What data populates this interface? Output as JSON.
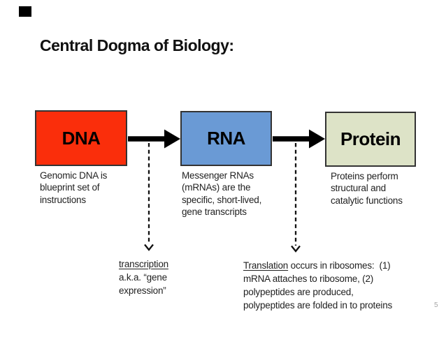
{
  "slide": {
    "title": "Central Dogma of Biology:",
    "page_number": "5"
  },
  "nodes": [
    {
      "label": "DNA",
      "desc": [
        "Genomic DNA is",
        "blueprint set of",
        "instructions"
      ]
    },
    {
      "label": "RNA",
      "desc": [
        "Messenger RNAs",
        "(mRNAs) are the",
        "specific, short-lived,",
        "gene transcripts"
      ]
    },
    {
      "label": "Protein",
      "desc": [
        "Proteins perform",
        "structural and",
        "catalytic functions"
      ]
    }
  ],
  "processes": {
    "transcription": {
      "keyword": "transcription",
      "after": "",
      "lines": [
        "a.k.a. “gene",
        "expression”"
      ]
    },
    "translation": {
      "keyword": "Translation",
      "after": " occurs in ribosomes:  (1)",
      "lines": [
        "mRNA attaches to ribosome, (2)",
        "polypeptides are produced,",
        "polypeptides are folded in to proteins"
      ]
    }
  },
  "colors": {
    "dna_fill": "#fa2e0b",
    "rna_fill": "#6a9ad5",
    "protein_fill": "#dde3c7",
    "box_border": "#333333",
    "arrow": "#000000",
    "text": "#1f1f1f",
    "page_number": "#a6a6a6"
  },
  "icons": {
    "cursor_marker": "black-rectangle",
    "solid_arrow": "thick-right-arrow",
    "dashed_arrow": "dashed-down-arrow"
  }
}
